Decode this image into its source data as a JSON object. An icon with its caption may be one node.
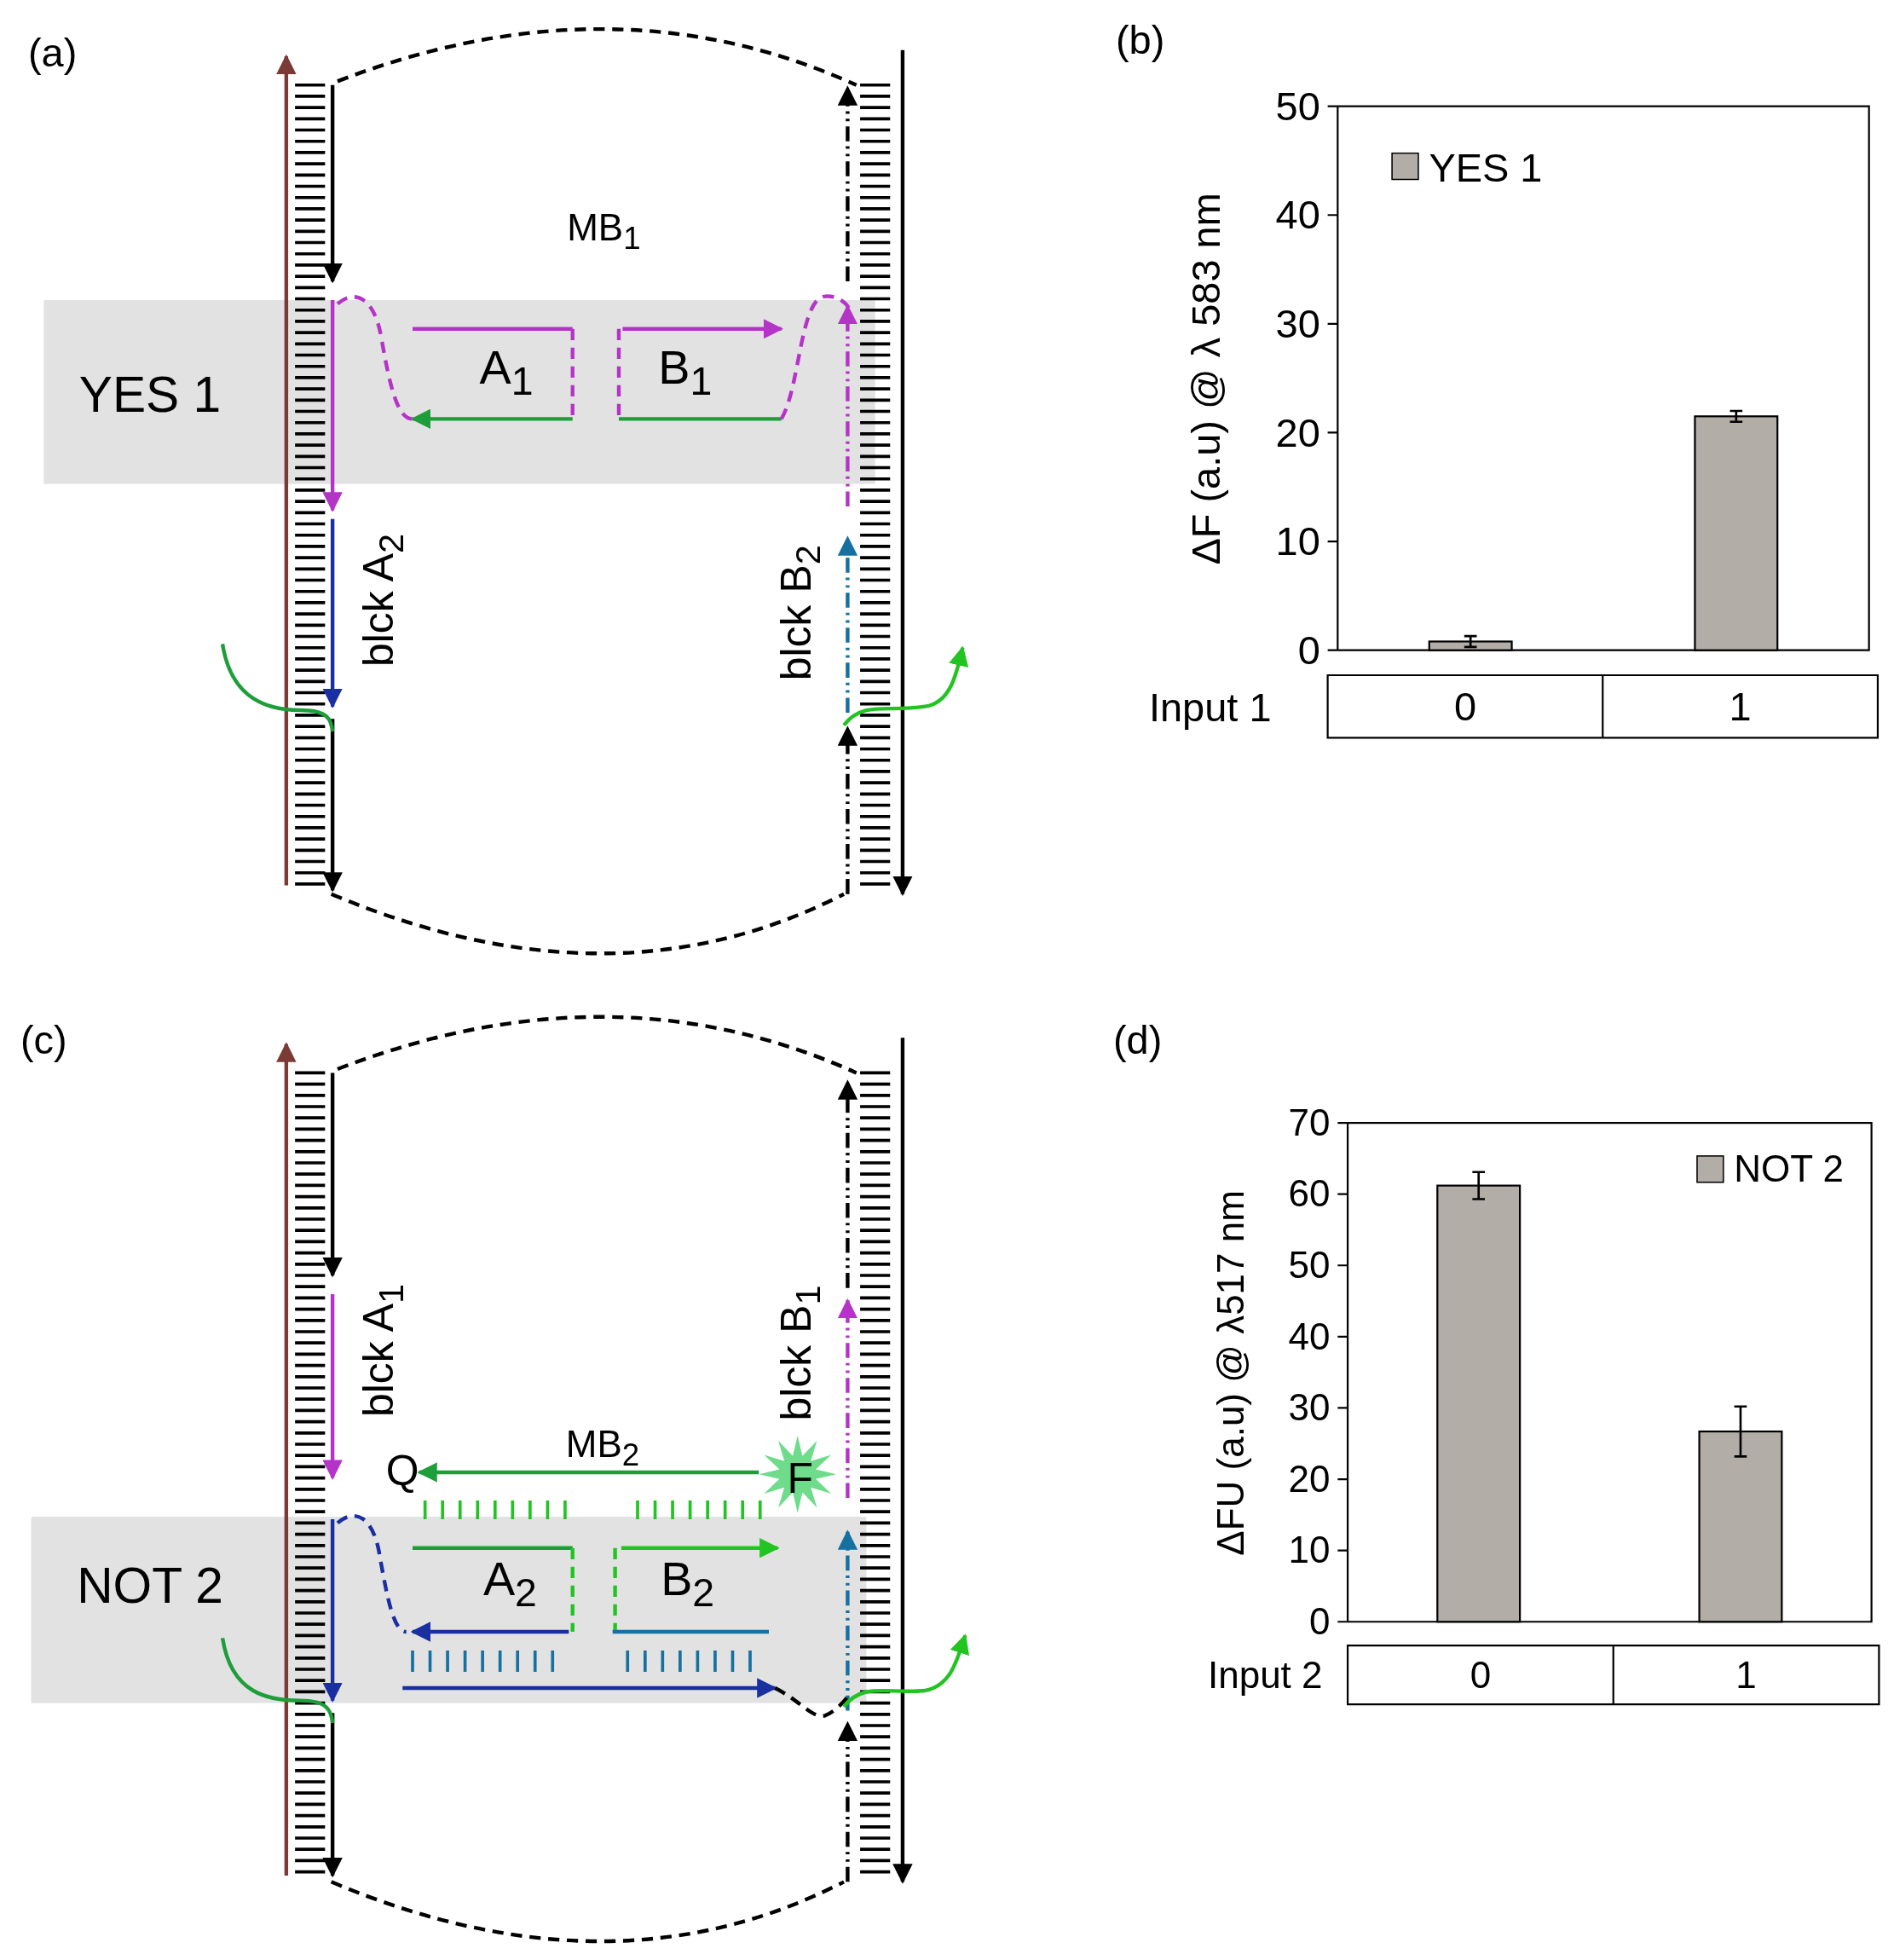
{
  "diagram": {
    "nodes": [
      {
        "text": [
          "YES 1"
        ]
      },
      {
        "text": [
          "NOT 2"
        ]
      },
      {
        "text": [
          "Q"
        ]
      },
      {
        "text": [
          "F"
        ]
      }
    ],
    "edges": [
      {
        "from": 3,
        "to": 2,
        "arrow": "to",
        "color": "#1e9e3a"
      }
    ],
    "labels": [
      "(a)",
      "MB$_{1}$",
      "A$_{1}$",
      "B$_{1}$",
      "blck A$_{2}$",
      "blck B$_{2}$",
      "(b)",
      "(c)",
      "blck A$_{1}$",
      "blck B$_{1}$",
      "MB$_{2}$",
      "A$_{2}$",
      "B$_{2}$",
      "(d)"
    ],
    "chart_data": [
      {
        "type": "bar",
        "ylabel": "ΔF (a.u) @ λ 583 nm",
        "xlabel": "Input 1",
        "categories": [
          "0",
          "1"
        ],
        "series": [
          {
            "name": "YES 1",
            "color": "#b3ada8",
            "values": [
              0.8,
              21.5
            ],
            "errors": [
              0.5,
              0.5
            ]
          }
        ],
        "ylim": [
          0,
          50
        ],
        "yticks": [
          0,
          10,
          20,
          30,
          40,
          50
        ]
      },
      {
        "type": "bar",
        "ylabel": "ΔFU (a.u) @ λ517 nm",
        "xlabel": "Input 2",
        "categories": [
          "0",
          "1"
        ],
        "series": [
          {
            "name": "NOT 2",
            "color": "#b3ada8",
            "values": [
              61.2,
              26.7
            ],
            "errors": [
              1.9,
              3.5
            ]
          }
        ],
        "ylim": [
          0,
          70
        ],
        "yticks": [
          0,
          10,
          20,
          30,
          40,
          50,
          60,
          70
        ]
      }
    ]
  }
}
